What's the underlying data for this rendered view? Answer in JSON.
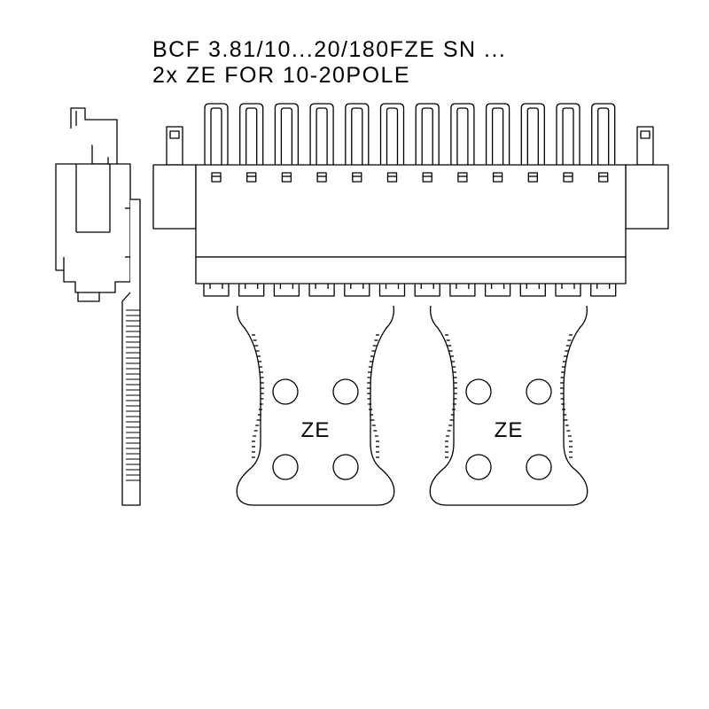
{
  "title": {
    "line1": "BCF 3.81/10...20/180FZE SN ...",
    "line2": "2x ZE FOR 10-20POLE"
  },
  "connector": {
    "poles": 12
  },
  "ze_tabs": [
    {
      "label": "ZE"
    },
    {
      "label": "ZE"
    }
  ]
}
